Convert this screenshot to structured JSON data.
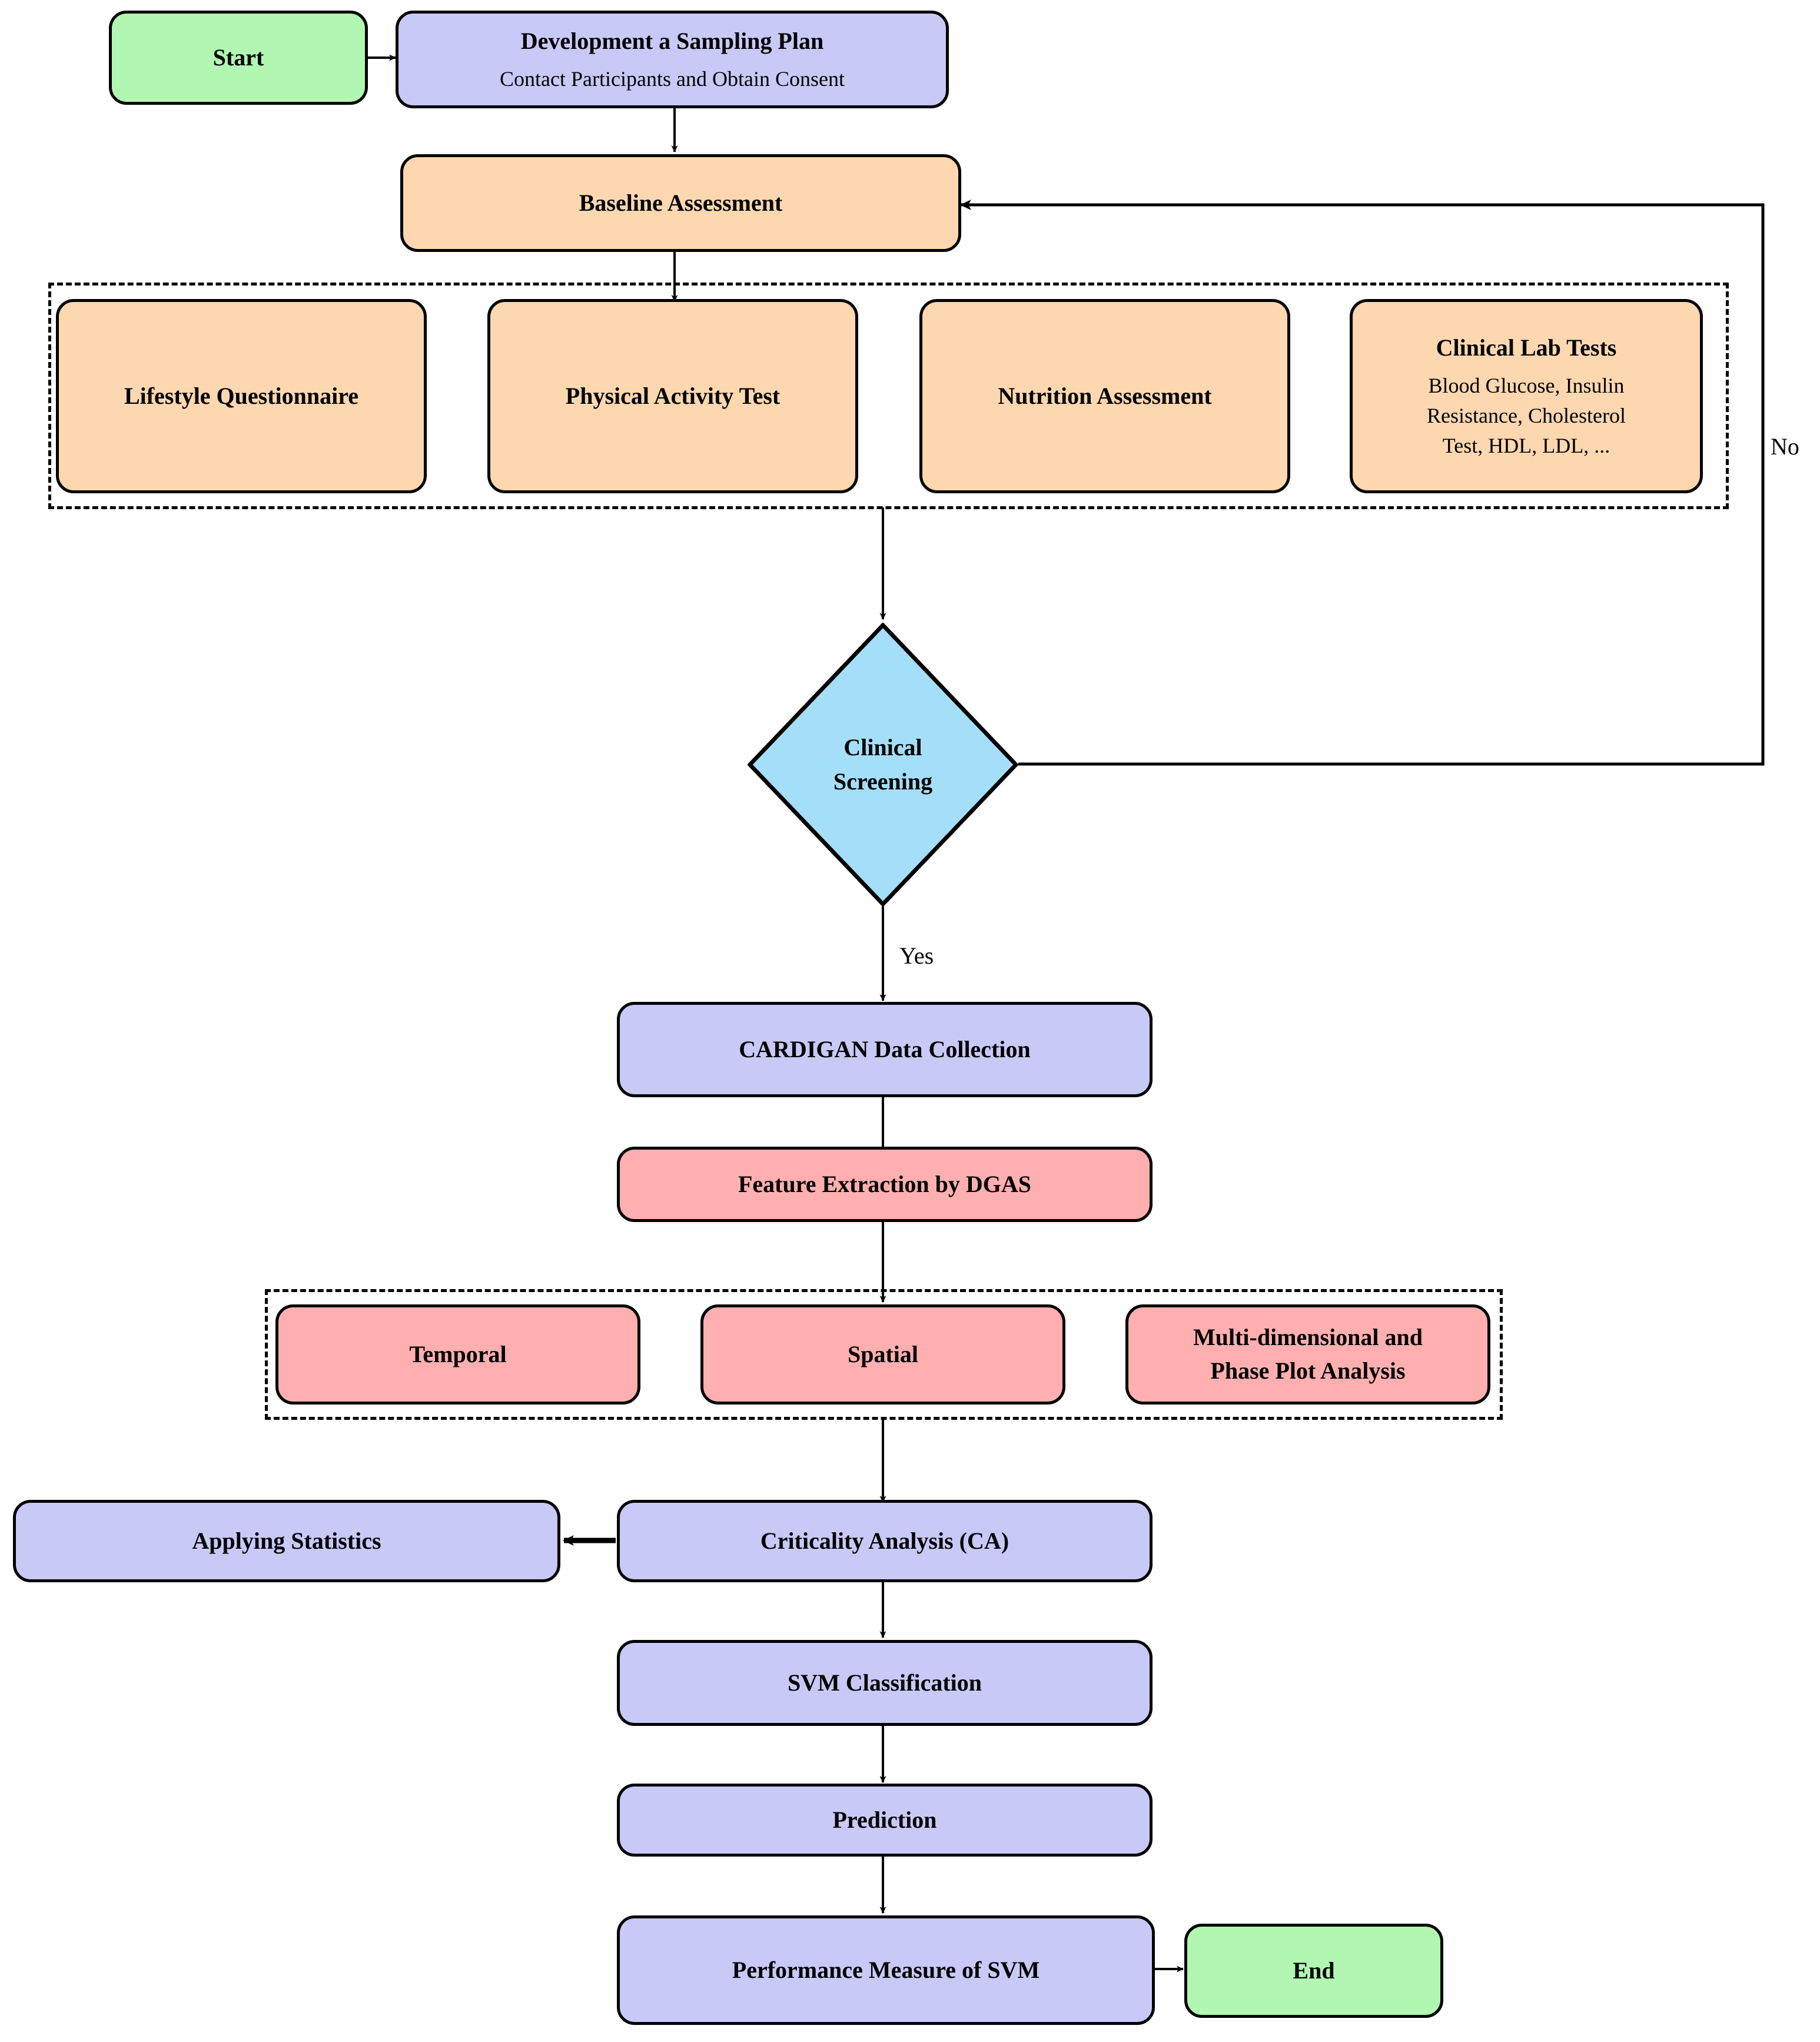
{
  "diagram": {
    "type": "flowchart",
    "title": "",
    "colors": {
      "start_end": "#b1f7b1",
      "process": "#c9c9f8",
      "assessment": "#fdd7b0",
      "feature": "#ffafaf",
      "decision": "#a5def8",
      "stroke": "#000000"
    }
  },
  "nodes": {
    "start": {
      "label": "Start"
    },
    "sampling_plan": {
      "title": "Development a Sampling Plan",
      "subtitle": "Contact Participants and Obtain Consent"
    },
    "baseline": {
      "label": "Baseline Assessment"
    },
    "lifestyle": {
      "label": "Lifestyle Questionnaire"
    },
    "physical": {
      "label": "Physical Activity Test"
    },
    "nutrition": {
      "label": "Nutrition Assessment"
    },
    "lab_tests": {
      "title": "Clinical Lab Tests",
      "line1": "Blood Glucose, Insulin",
      "line2": "Resistance, Cholesterol",
      "line3": "Test, HDL, LDL, ..."
    },
    "screening": {
      "line1": "Clinical",
      "line2": "Screening"
    },
    "cardigan": {
      "label": "CARDIGAN Data Collection"
    },
    "feature_extraction": {
      "label": "Feature Extraction by DGAS"
    },
    "temporal": {
      "label": "Temporal"
    },
    "spatial": {
      "label": "Spatial"
    },
    "multidim": {
      "line1": "Multi-dimensional and",
      "line2": "Phase Plot Analysis"
    },
    "criticality": {
      "label": "Criticality Analysis (CA)"
    },
    "applying_statistics": {
      "label": "Applying Statistics"
    },
    "svm": {
      "label": "SVM Classification"
    },
    "prediction": {
      "label": "Prediction"
    },
    "performance": {
      "label": "Performance Measure of SVM"
    },
    "end": {
      "label": "End"
    }
  },
  "edge_labels": {
    "yes": "Yes",
    "no": "No"
  }
}
